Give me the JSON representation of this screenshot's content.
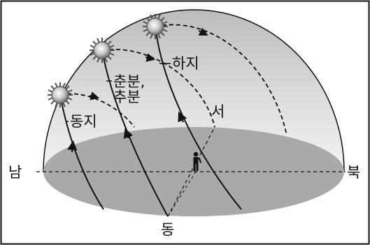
{
  "colors": {
    "ground": "#a9a9a9",
    "dome_top": "#bdbdbd",
    "dome_bottom": "#f1f1f1",
    "ink": "#111111"
  },
  "labels": {
    "south": "남",
    "north": "북",
    "east": "동",
    "west": "서",
    "summer_solstice": "하지",
    "equinox_line1": "춘분,",
    "equinox_line2": "추분",
    "winter_solstice": "동지"
  },
  "icons": [
    "sun-icon",
    "observer-icon",
    "direction-arrow-icon"
  ]
}
